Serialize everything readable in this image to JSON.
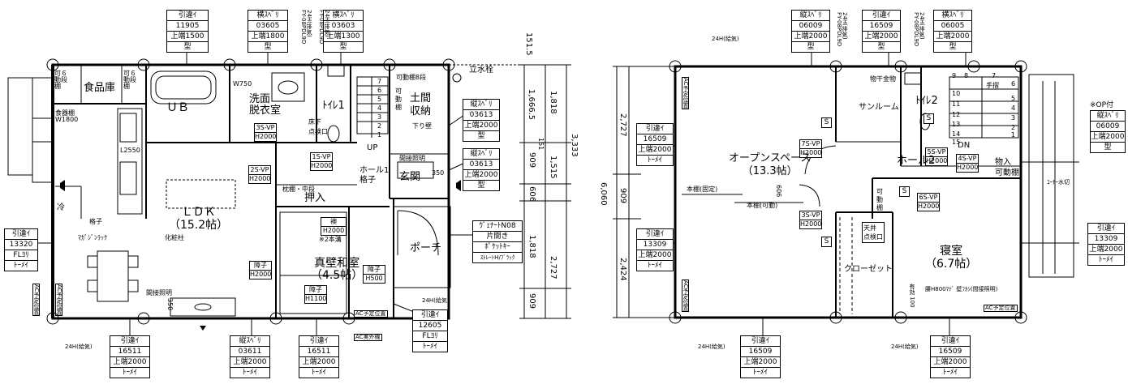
{
  "windows": {
    "w1": [
      "引違ｲ",
      "11905",
      "上端1500",
      "型"
    ],
    "w2": [
      "横ｽﾍﾞﾘ",
      "03605",
      "上端1800",
      "型"
    ],
    "w3": [
      "横ｽﾍﾞﾘ",
      "03603",
      "上端1300",
      "型"
    ],
    "w4": [
      "縦ｽﾍﾞﾘ",
      "03613",
      "上端2000",
      "型"
    ],
    "w5": [
      "縦ｽﾍﾞﾘ",
      "03613",
      "上端2000",
      "型"
    ],
    "w6": [
      "引違ｲ",
      "13320",
      "FLﾖﾘ",
      "ﾄｰﾒｲ"
    ],
    "w7": [
      "引違ｲ",
      "16511",
      "上端2000",
      "ﾄｰﾒｲ"
    ],
    "w8": [
      "縦ｽﾍﾞﾘ",
      "03611",
      "上端2000",
      "ﾄｰﾒｲ"
    ],
    "w9": [
      "引違ｲ",
      "16511",
      "上端2000",
      "ﾄｰﾒｲ"
    ],
    "w10": [
      "引違ｲ",
      "12605",
      "FLﾖﾘ",
      "ﾄｰﾒｲ"
    ],
    "w11": [
      "縦ｽﾍﾞﾘ",
      "06009",
      "上端2000",
      "型"
    ],
    "w12": [
      "引違ｲ",
      "16509",
      "上端2000",
      "型"
    ],
    "w13": [
      "横ｽﾍﾞﾘ",
      "06005",
      "上端2000",
      "型"
    ],
    "w14": [
      "引違ｲ",
      "16509",
      "上端2000",
      "ﾄｰﾒｲ"
    ],
    "w15": [
      "引違ｲ",
      "13309",
      "上端2000",
      "ﾄｰﾒｲ"
    ],
    "w16": [
      "引違ｲ",
      "13309",
      "上端2000",
      "ﾄｰﾒｲ"
    ],
    "w17": [
      "引違ｲ",
      "16509",
      "上端2000",
      "ﾄｰﾒｲ"
    ],
    "w18": [
      "引違ｲ",
      "16509",
      "上端2000",
      "ﾄｰﾒｲ"
    ],
    "w19": [
      "※OP付",
      "縦ｽﾍﾞﾘ",
      "06009",
      "上端2000",
      "型"
    ]
  },
  "door_tags": {
    "d1": [
      "3S-VP",
      "H2000"
    ],
    "d2": [
      "2S-VP",
      "H2000"
    ],
    "d3": [
      "1S-VP",
      "H2000"
    ],
    "d4": [
      "襖",
      "H2000"
    ],
    "d5": [
      "障子",
      "H2000"
    ],
    "d6": [
      "障子",
      "H500"
    ],
    "d7": [
      "障子",
      "H1100"
    ],
    "d8": [
      "7S-VP",
      "H2000"
    ],
    "d9": [
      "3S-VP",
      "H2000"
    ],
    "d10": [
      "5S-VP",
      "H2000"
    ],
    "d11": [
      "4S-VP",
      "H2000"
    ],
    "d12": [
      "6S-VP",
      "H2000"
    ]
  },
  "entry_door": [
    "ｳﾞｪﾅｰﾄN08",
    "片開き",
    "ﾎﾟｹｯﾄｷｰ",
    "ｽﾄﾚｰﾄH/ﾌﾞﾗｯｸ"
  ],
  "rooms": {
    "food_store": "食品庫",
    "kado6_a": "可６\n動段\n棚",
    "kado6_b": "可６\n動段\n棚",
    "food_shelf": "食器棚\nW1800",
    "ub": "ＵＢ",
    "w750": "W750",
    "wash": "洗面\n脱衣室",
    "floor_hatch": "床下\n点検口",
    "toilet": "ﾄｲﾚ1",
    "movable8": "可動棚8段",
    "doma": "土間\n収納",
    "kado_l": "可\n動\n棚",
    "geta": "下り壁",
    "indirect": "間接照明",
    "entrance": "玄関",
    "n350": "350",
    "hall": "ホール1\n格子",
    "up": "UP",
    "shelf_mid": "枕棚・中段",
    "oshiire": "押入",
    "l2550": "L2550",
    "ldk": "ＬＤＫ\n（15.2帖）",
    "rei": "冷",
    "koushi": "格子",
    "magazine": "ﾏｶﾞｼﾞﾝﾗｯｸ",
    "keshou": "化粧柱",
    "2kanmizo": "※2本溝",
    "washitsu": "真壁和室\n（4.5帖）",
    "porch": "ポーチ",
    "indirect2": "間接照明",
    "n350b": "350",
    "ac_plan1": "AC予定位置",
    "ac_out1": "AC実外機",
    "ac_plan2": "AC予定位置",
    "tachi": "立水栓",
    "open_space": "オープンスペース\n（13.3帖）",
    "thing": "物干金物",
    "sunroom": "サンルーム",
    "toilet2": "ﾄｲﾚ2",
    "tesuri": "手摺",
    "dn": "DN",
    "hall2": "ホール2",
    "monoire": "物入\n可動棚",
    "hondana_fix": "本棚(固定)",
    "hondana_mov": "本棚(可動)",
    "n606": "606",
    "kado_mid": "可\n動\n棚",
    "shinsitsu": "寝室\n（6.7帖）",
    "closet": "クローゼット",
    "tenjo": "天井\n点検口",
    "koshi": "腰H800ﾏﾃﾞ 壁ﾌｶｼ(間接照明)",
    "arimono": "有効 100",
    "ac_plan3": "AC予定位置",
    "ac_plan4": "AC予定位置",
    "ac_plan5": "AC予定位置",
    "corner": "ｺｰﾅｰ水切",
    "s": "S",
    "kyuuki": "24H(給気)",
    "haiki": "24H(排気)\nFY-08PDL9D"
  },
  "dims": {
    "r1": "151.5",
    "r2": "1,666.5",
    "r3": "1,818",
    "r4": "909",
    "r5": "151",
    "r6": "1,515",
    "r7": "3,333",
    "r8": "606",
    "r9": "1,818",
    "r10": "2,727",
    "r11": "909",
    "l1": "2,727",
    "l2": "909",
    "l3": "6,060",
    "l4": "2,424"
  },
  "stairs1": [
    "7",
    "6",
    "5",
    "4",
    "3",
    "2",
    "1"
  ],
  "stairs2": [
    "9",
    "8",
    "7",
    "6",
    "10",
    "5",
    "11",
    "4",
    "12",
    "3",
    "13",
    "2",
    "14",
    "1",
    "15"
  ]
}
